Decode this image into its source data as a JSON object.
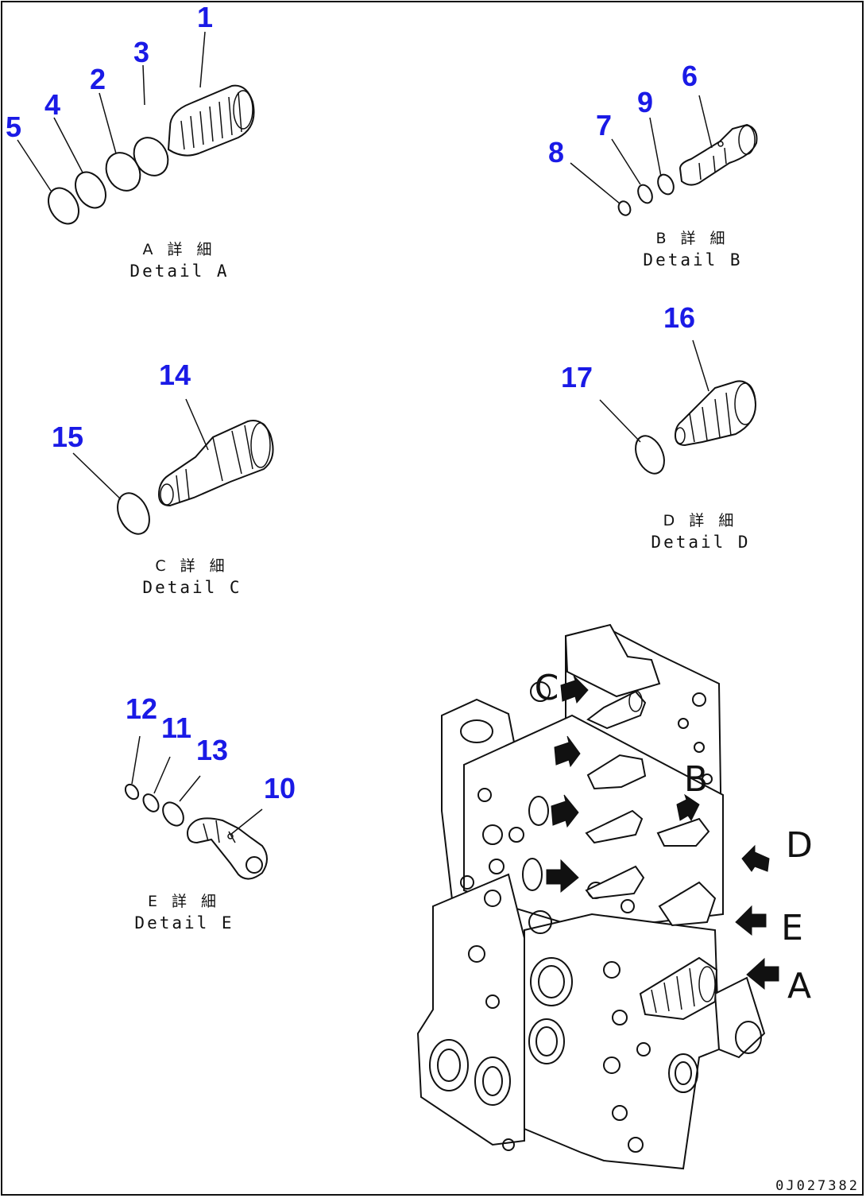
{
  "frame_color": "#111111",
  "callout_color": "#1a1ae6",
  "callouts": [
    "1",
    "2",
    "3",
    "4",
    "5",
    "6",
    "7",
    "8",
    "9",
    "10",
    "11",
    "12",
    "13",
    "14",
    "15",
    "16",
    "17"
  ],
  "details": {
    "a": {
      "ja": "A 詳 細",
      "en": "Detail A"
    },
    "b": {
      "ja": "B 詳 細",
      "en": "Detail B"
    },
    "c": {
      "ja": "C 詳 細",
      "en": "Detail C"
    },
    "d": {
      "ja": "D 詳 細",
      "en": "Detail D"
    },
    "e": {
      "ja": "E 詳 細",
      "en": "Detail E"
    }
  },
  "view_letters": {
    "c": "C",
    "b": "B",
    "d": "D",
    "e": "E",
    "a": "A"
  },
  "drawing_code": "0J027382"
}
